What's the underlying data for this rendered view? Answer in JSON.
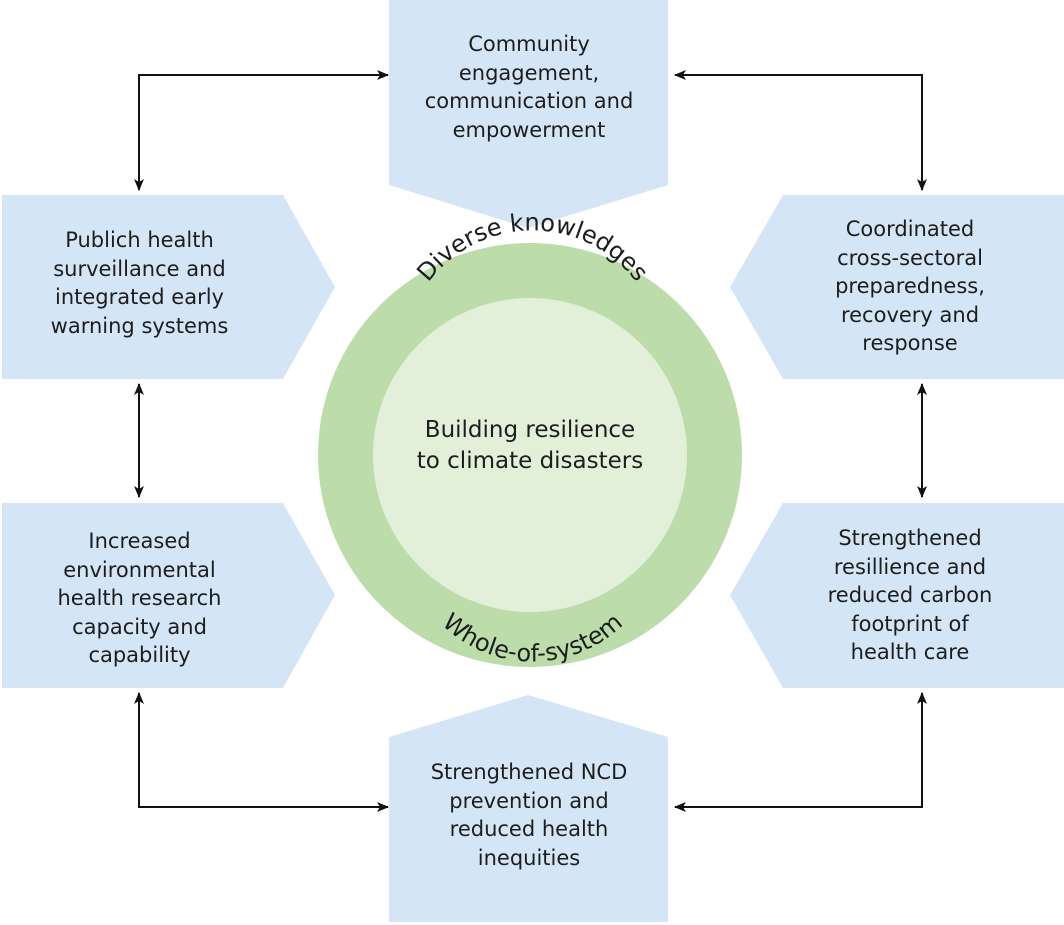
{
  "colors": {
    "box_fill": "#d4e6f6",
    "ring_outer": "#bcdcaa",
    "ring_inner": "#e2f0da",
    "arrow": "#111111",
    "text": "#1d1d1d"
  },
  "center": {
    "title_lines": [
      "Building resilience",
      "to climate disasters"
    ],
    "ring_top_label": "Diverse knowledges",
    "ring_bottom_label": "Whole-of-system"
  },
  "boxes": {
    "top": {
      "lines": [
        "Community",
        "engagement,",
        "communication and",
        "empowerment"
      ]
    },
    "left_upper": {
      "lines": [
        "Publich health",
        "surveillance and",
        "integrated early",
        "warning systems"
      ]
    },
    "right_upper": {
      "lines": [
        "Coordinated",
        "cross-sectoral",
        "preparedness,",
        "recovery and",
        "response"
      ]
    },
    "left_lower": {
      "lines": [
        "Increased",
        "environmental",
        "health research",
        "capacity and",
        "capability"
      ]
    },
    "right_lower": {
      "lines": [
        "Strengthened",
        "resillience and",
        "reduced carbon",
        "footprint of",
        "health care"
      ]
    },
    "bottom": {
      "lines": [
        "Strengthened NCD",
        "prevention and",
        "reduced health",
        "inequities"
      ]
    }
  }
}
